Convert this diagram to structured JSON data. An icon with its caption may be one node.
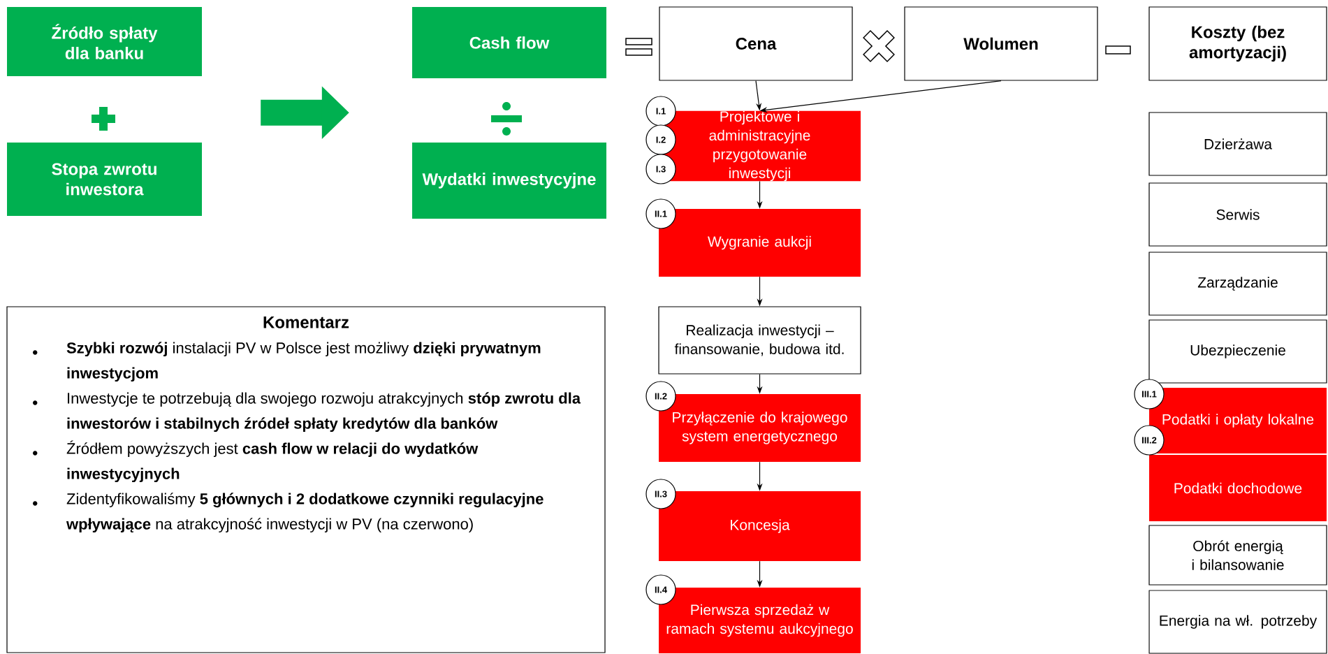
{
  "diagram": {
    "nodes": [
      {
        "text": [
          "Źródło spłaty dla banku"
        ]
      },
      {
        "text": [
          "Stopa zwrotu inwestora"
        ]
      },
      {
        "text": [
          "Cash flow"
        ]
      },
      {
        "text": [
          "Wydatki inwestycyjne"
        ]
      },
      {
        "text": [
          "Komentarz",
          "**Szybki rozwój** instalacji PV w Polsce jest możliwy **dzięki prywatnym inwestycjom**",
          "Inwestycje te potrzebują dla swojego rozwoju atrakcyjnych **stóp zwrotu dla inwestorów i stabilnych źródeł spłaty kredytów dla banków**",
          "Źródłem powyższych jest **cash flow w relacji do wydatków inwestycyjnych**",
          "Zidentyfikowaliśmy **5 głównych i 2 dodatkowe czynniki regulacyjne wpływające** na atrakcyjność inwestycji w PV (na czerwono)"
        ]
      },
      {
        "text": [
          "Cena"
        ]
      },
      {
        "text": [
          "Wolumen"
        ]
      },
      {
        "text": [
          "Koszty (bez amortyzacji)"
        ]
      },
      {
        "text": [
          "Projektowe i administracyjne przygotowanie inwestycji"
        ]
      },
      {
        "text": [
          "Wygranie aukcji"
        ]
      },
      {
        "text": [
          "Realizacja inwestycji – finansowanie, budowa itd."
        ]
      },
      {
        "text": [
          "Przyłączenie do krajowego system energetycznego"
        ]
      },
      {
        "text": [
          "Koncesja"
        ]
      },
      {
        "text": [
          "Pierwsza sprzedaż w ramach systemu aukcyjnego"
        ]
      },
      {
        "text": [
          "I.1"
        ]
      },
      {
        "text": [
          "I.2"
        ]
      },
      {
        "text": [
          "I.3"
        ]
      },
      {
        "text": [
          "II.1"
        ]
      },
      {
        "text": [
          "II.2"
        ]
      },
      {
        "text": [
          "II.3"
        ]
      },
      {
        "text": [
          "II.4"
        ]
      },
      {
        "text": [
          "Dzierżawa"
        ]
      },
      {
        "text": [
          "Serwis"
        ]
      },
      {
        "text": [
          "Zarządzanie"
        ]
      },
      {
        "text": [
          "Ubezpieczenie"
        ]
      },
      {
        "text": [
          "Podatki i opłaty lokalne"
        ]
      },
      {
        "text": [
          "Podatki dochodowe"
        ]
      },
      {
        "text": [
          "Obrót energią i bilansowanie"
        ]
      },
      {
        "text": [
          "Energia na wł. potrzeby"
        ]
      },
      {
        "text": [
          "III.1"
        ]
      },
      {
        "text": [
          "III.2"
        ]
      }
    ],
    "edges": [
      {
        "from": 0,
        "to": 2,
        "arrow": "to",
        "style": "thick",
        "color": "#00b050"
      },
      {
        "from": 5,
        "to": 8,
        "arrow": "to"
      },
      {
        "from": 6,
        "to": 8,
        "arrow": "to"
      },
      {
        "from": 8,
        "to": 9,
        "arrow": "to"
      },
      {
        "from": 9,
        "to": 10,
        "arrow": "to"
      },
      {
        "from": 10,
        "to": 11,
        "arrow": "to"
      },
      {
        "from": 11,
        "to": 12,
        "arrow": "to"
      },
      {
        "from": 12,
        "to": 13,
        "arrow": "to"
      }
    ]
  }
}
